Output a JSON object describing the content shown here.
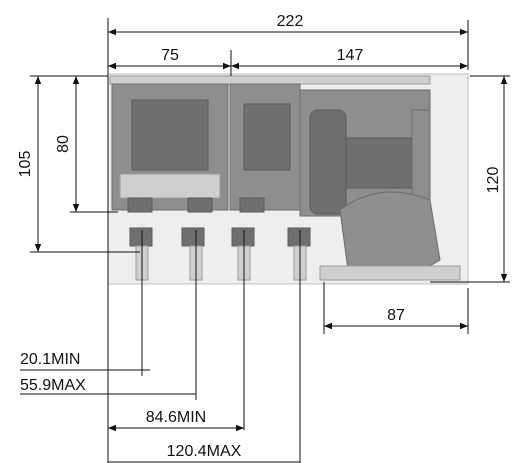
{
  "dimensions": {
    "overall_width": "222",
    "left_width": "75",
    "right_width": "147",
    "height_total": "105",
    "height_upper": "80",
    "height_right": "120",
    "bottom_right_width": "87",
    "min_1": "20.1MIN",
    "max_1": "55.9MAX",
    "min_2": "84.6MIN",
    "max_2": "120.4MAX"
  },
  "colors": {
    "body": "#8e8e8e",
    "body_dark": "#6f6f6f",
    "frame": "#eeeeee",
    "dimension": "#111111"
  }
}
